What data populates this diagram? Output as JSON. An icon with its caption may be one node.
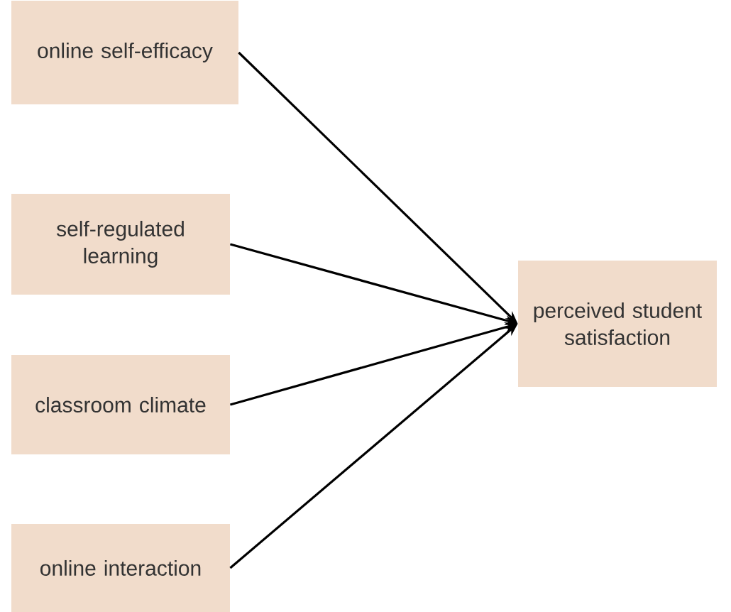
{
  "diagram": {
    "nodes": [
      {
        "text": [
          "online self-efficacy"
        ]
      },
      {
        "text": [
          "self-regulated learning"
        ]
      },
      {
        "text": [
          "classroom climate"
        ]
      },
      {
        "text": [
          "online interaction"
        ]
      },
      {
        "text": [
          "perceived student satisfaction"
        ]
      }
    ],
    "edges": [
      {
        "from": 0,
        "to": 4,
        "arrow": "to"
      },
      {
        "from": 1,
        "to": 4,
        "arrow": "to"
      },
      {
        "from": 2,
        "to": 4,
        "arrow": "to"
      },
      {
        "from": 3,
        "to": 4,
        "arrow": "to"
      }
    ]
  }
}
